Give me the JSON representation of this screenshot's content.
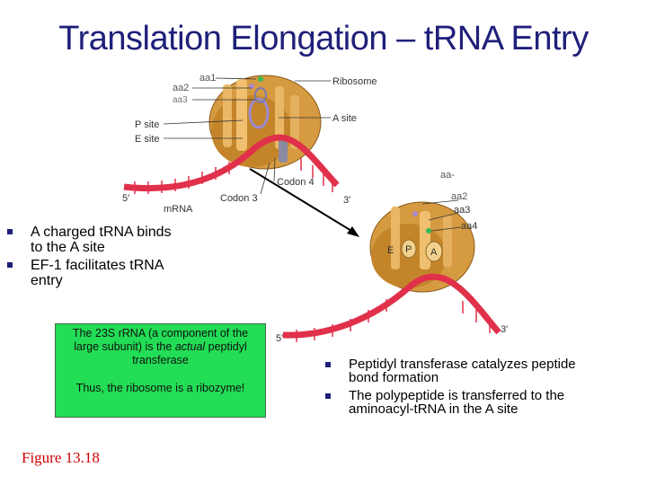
{
  "slide": {
    "title": "Translation Elongation – tRNA Entry",
    "bullets_left": [
      "A charged tRNA binds to the A site",
      "EF-1 facilitates tRNA entry"
    ],
    "box": {
      "line1_pre": "The 23S rRNA (a component of the large subunit) is the ",
      "line1_em": "actual",
      "line1_post": " peptidyl transferase",
      "line2": "Thus, the ribosome is a ribozyme!"
    },
    "bullets_right": [
      "Peptidyl transferase catalyzes peptide bond formation",
      "The polypeptide is transferred to the aminoacyl-tRNA in the A site"
    ],
    "figure_caption": "Figure 13.18"
  },
  "diagram_top": {
    "labels": {
      "aa1": "aa1",
      "aa2": "aa2",
      "aa3": "aa3",
      "ribosome": "Ribosome",
      "p_site": "P site",
      "e_site": "E site",
      "a_site": "A site",
      "codon4": "Codon 4",
      "codon3": "Codon 3",
      "mrna": "mRNA",
      "five_prime": "5′",
      "three_prime": "3′",
      "aa_incoming": "aa-"
    }
  },
  "diagram_bottom": {
    "labels": {
      "aa2": "aa2",
      "aa3": "aa3",
      "aa4": "aa4",
      "E": "E",
      "P": "P",
      "A": "A",
      "five_prime": "5′",
      "three_prime": "3′"
    }
  },
  "colors": {
    "title": "#1f1f7a",
    "box": "#22dd55",
    "caption": "#cc0000",
    "mrna": "#e0304a",
    "ribosome": "#d79a3c"
  }
}
